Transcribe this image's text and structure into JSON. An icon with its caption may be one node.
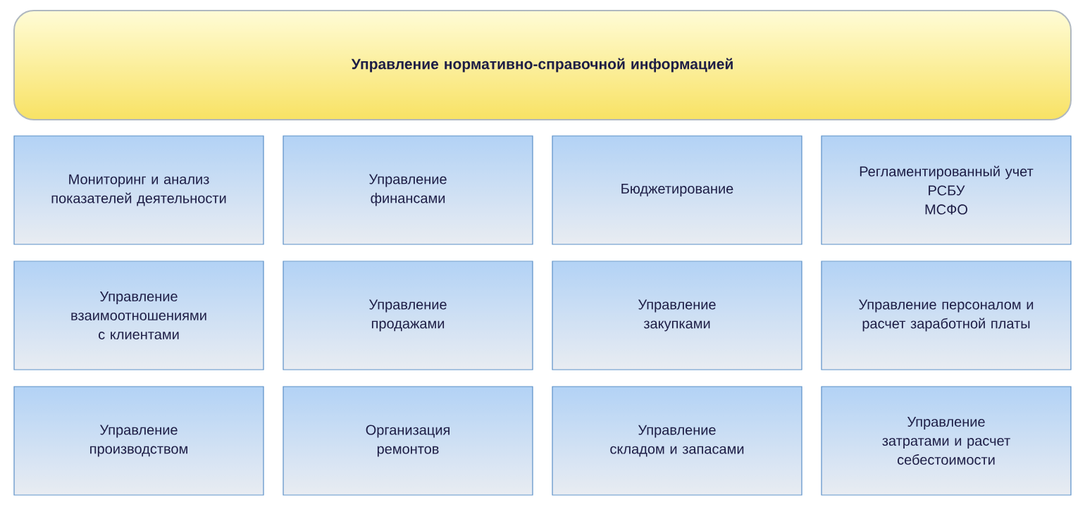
{
  "diagram": {
    "nodes": [
      {
        "text": [
          "Управление нормативно-справочной информацией"
        ]
      },
      {
        "text": [
          "Мониторинг и анализ показателей деятельности"
        ]
      },
      {
        "text": [
          "Управление финансами"
        ]
      },
      {
        "text": [
          "Бюджетирование"
        ]
      },
      {
        "text": [
          "Регламентированный учет",
          "РСБУ",
          "МСФО"
        ]
      },
      {
        "text": [
          "Управление взаимоотношениями с клиентами"
        ]
      },
      {
        "text": [
          "Управление продажами"
        ]
      },
      {
        "text": [
          "Управление закупками"
        ]
      },
      {
        "text": [
          "Управление персоналом и расчет заработной платы"
        ]
      },
      {
        "text": [
          "Управление производством"
        ]
      },
      {
        "text": [
          "Организация ремонтов"
        ]
      },
      {
        "text": [
          "Управление складом и запасами"
        ]
      },
      {
        "text": [
          "Управление затратами и расчет себестоимости"
        ]
      }
    ]
  }
}
